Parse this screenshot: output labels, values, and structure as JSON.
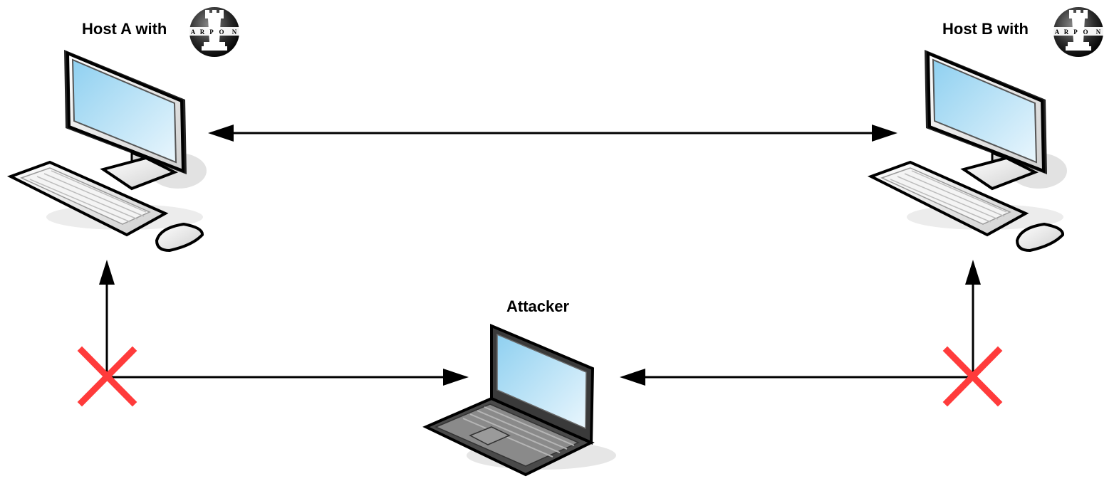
{
  "host_a": {
    "label": "Host A with",
    "logo": {
      "icon": "arpon-rook-logo-icon",
      "letters": [
        "A",
        "R",
        "P",
        "O",
        "N"
      ]
    }
  },
  "host_b": {
    "label": "Host B with",
    "logo": {
      "icon": "arpon-rook-logo-icon",
      "letters": [
        "A",
        "R",
        "P",
        "O",
        "N"
      ]
    }
  },
  "attacker": {
    "label": "Attacker"
  },
  "colors": {
    "line": "#000000",
    "block_cross": "#ff3b3b",
    "screen": "#9fd6f2",
    "device_body": "#e6e6e6",
    "laptop_body": "#5a5a5a"
  },
  "icons": {
    "desktop": "desktop-computer-icon",
    "laptop": "laptop-icon",
    "blocked": "red-x-blocked-icon"
  }
}
